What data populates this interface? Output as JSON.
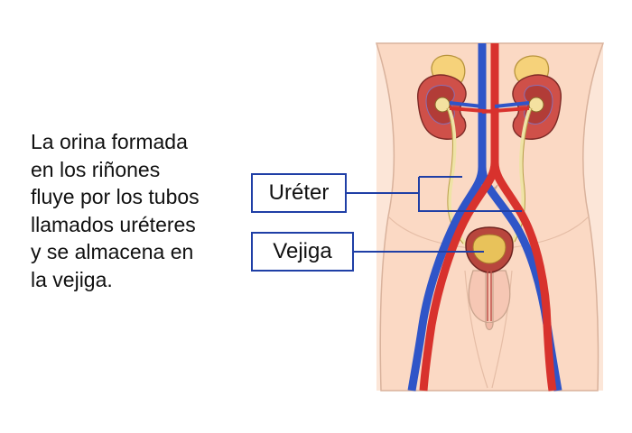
{
  "caption": {
    "lines": [
      "La orina formada",
      "en los riñones",
      "fluye por los tubos",
      "llamados uréteres",
      "y se almacena en",
      "la vejiga."
    ]
  },
  "labels": {
    "ureter": "Uréter",
    "vejiga": "Vejiga"
  },
  "colors": {
    "skin": "#fbd9c4",
    "skin_outline": "#c9a48e",
    "artery": "#d8322d",
    "vein": "#2f55c8",
    "ureter": "#efe3a6",
    "kidney": "#c54d46",
    "bladder": "#b8463d",
    "callout": "#1f3fa6"
  }
}
